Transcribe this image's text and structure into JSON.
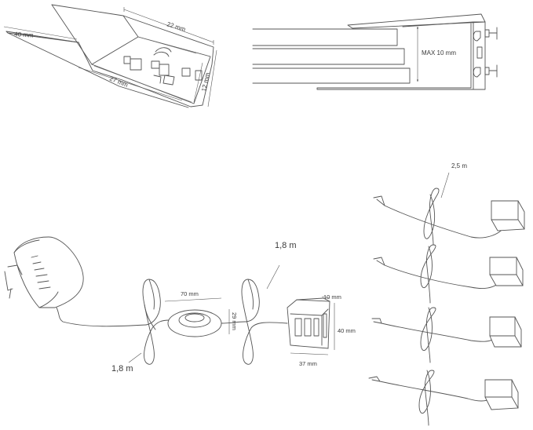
{
  "bracket": {
    "label_22": "22 mm",
    "label_40": "40 mm",
    "label_27": "27 mm",
    "label_12": "12 mm"
  },
  "section": {
    "label_max": "MAX 10 mm"
  },
  "cables": {
    "cable_left": "1,8  m",
    "cable_mid": "1,8  m",
    "cable_right": "2,5  m"
  },
  "switch": {
    "label_70": "70 mm",
    "label_29": "29 mm"
  },
  "junction": {
    "label_10": "10 mm",
    "label_40": "40 mm",
    "label_37": "37 mm"
  },
  "colors": {
    "stroke": "#555555",
    "text": "#3a3a3a",
    "background": "#ffffff"
  }
}
